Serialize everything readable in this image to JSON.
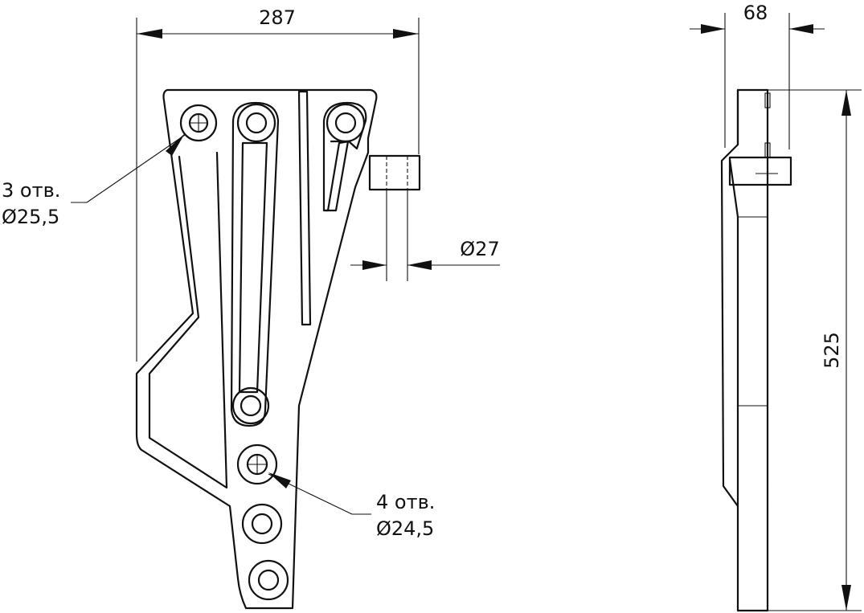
{
  "dimensions": {
    "width_front": "287",
    "thickness_side": "68",
    "height_side": "525",
    "pin_diameter": "Ø27"
  },
  "callouts": {
    "upper_holes": {
      "count": "3 отв.",
      "diameter": "Ø25,5"
    },
    "lower_holes": {
      "count": "4 отв.",
      "diameter": "Ø24,5"
    }
  }
}
